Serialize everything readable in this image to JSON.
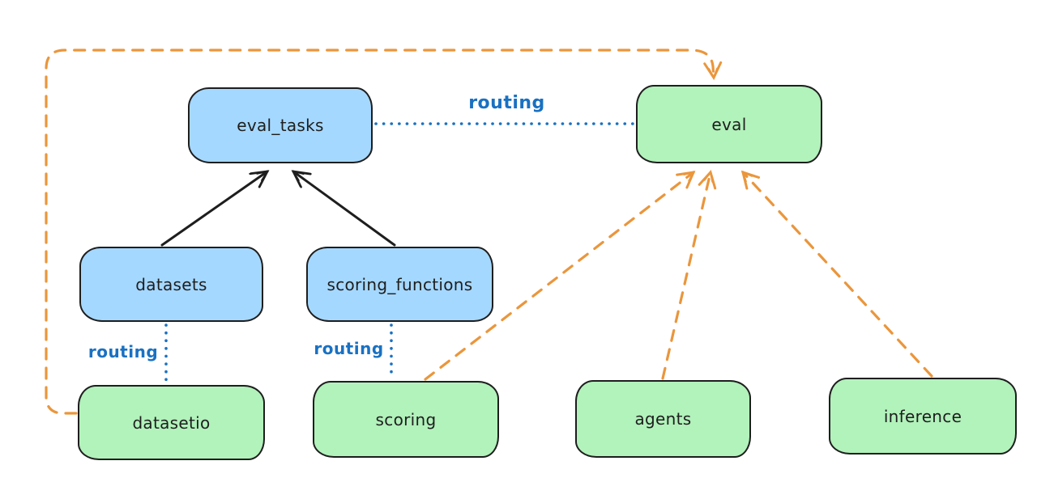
{
  "diagram": {
    "colors": {
      "background": "#ffffff",
      "node_border": "#1e1e1e",
      "blue_node_fill": "#a5d8ff",
      "green_node_fill": "#b2f2bb",
      "routing_blue": "#1971c2",
      "arrow_black": "#1e1e1e",
      "arrow_orange": "#ea963c"
    },
    "nodes": {
      "eval_tasks": {
        "label": "eval_tasks",
        "fill": "blue"
      },
      "eval": {
        "label": "eval",
        "fill": "green"
      },
      "datasets": {
        "label": "datasets",
        "fill": "blue"
      },
      "scoring_functions": {
        "label": "scoring_functions",
        "fill": "blue"
      },
      "datasetio": {
        "label": "datasetio",
        "fill": "green"
      },
      "scoring": {
        "label": "scoring",
        "fill": "green"
      },
      "agents": {
        "label": "agents",
        "fill": "green"
      },
      "inference": {
        "label": "inference",
        "fill": "green"
      }
    },
    "edge_labels": {
      "eval_routing": "routing",
      "datasets_routing": "routing",
      "scoring_routing": "routing"
    },
    "edges": [
      {
        "from": "datasets",
        "to": "eval_tasks",
        "style": "solid",
        "color": "black",
        "arrow": true
      },
      {
        "from": "scoring_functions",
        "to": "eval_tasks",
        "style": "solid",
        "color": "black",
        "arrow": true
      },
      {
        "from": "eval_tasks",
        "to": "eval",
        "style": "dotted",
        "color": "blue",
        "label": "routing",
        "arrow": false
      },
      {
        "from": "datasets",
        "to": "datasetio",
        "style": "dotted",
        "color": "blue",
        "label": "routing",
        "arrow": false
      },
      {
        "from": "scoring_functions",
        "to": "scoring",
        "style": "dotted",
        "color": "blue",
        "label": "routing",
        "arrow": false
      },
      {
        "from": "datasetio",
        "to": "eval",
        "style": "dashed",
        "color": "orange",
        "arrow": true
      },
      {
        "from": "scoring",
        "to": "eval",
        "style": "dashed",
        "color": "orange",
        "arrow": true
      },
      {
        "from": "agents",
        "to": "eval",
        "style": "dashed",
        "color": "orange",
        "arrow": true
      },
      {
        "from": "inference",
        "to": "eval",
        "style": "dashed",
        "color": "orange",
        "arrow": true
      }
    ]
  }
}
